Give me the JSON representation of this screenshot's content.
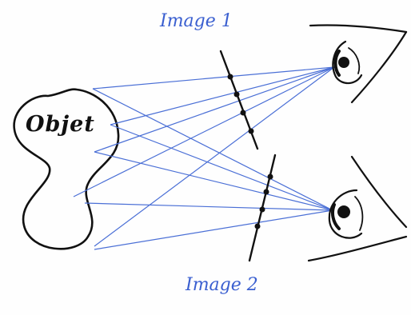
{
  "labels": {
    "object": "Objet",
    "image_top": "Image 1",
    "image_bottom": "Image 2"
  },
  "colors": {
    "ink": "#111111",
    "rays": "#4a6fd6",
    "labels": "#3a5fd0"
  }
}
